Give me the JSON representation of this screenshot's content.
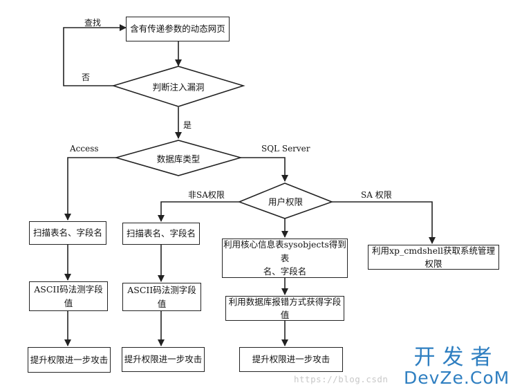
{
  "nodes": {
    "start": "含有传递参数的动态网页",
    "judge": "判断注入漏洞",
    "dbtype": "数据库类型",
    "userperm": "用户权限",
    "access_scan": "扫描表名、字段名",
    "access_ascii": "ASCII码法测字段值",
    "access_elevate": "提升权限进一步攻击",
    "nonsa_scan": "扫描表名、字段名",
    "nonsa_ascii": "ASCII码法测字段值",
    "nonsa_elevate": "提升权限进一步攻击",
    "sysobjects_line1": "利用核心信息表sysobjects得到表",
    "sysobjects_line2": "名、字段名",
    "dberror": "利用数据库报错方式获得字段值",
    "sa_elevate": "提升权限进一步攻击",
    "xp_cmdshell": "利用xp_cmdshell获取系统管理权限"
  },
  "edge_labels": {
    "find": "查找",
    "no": "否",
    "yes": "是",
    "access": "Access",
    "sql_server": "SQL Server",
    "non_sa": "非SA权限",
    "sa": "SA 权限"
  },
  "watermark": {
    "url": "https://blog.csdn",
    "brand_top": "开发者",
    "brand_bottom": "DevZe.CoM"
  },
  "colors": {
    "line": "#222222",
    "brand": "#2f7fc1"
  }
}
